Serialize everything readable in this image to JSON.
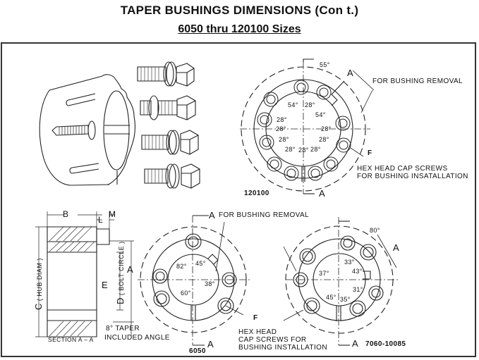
{
  "header": {
    "title": "TAPER BUSHINGS DIMENSIONS (Con t.)",
    "subtitle": "6050 thru 120100  Sizes"
  },
  "views": {
    "size_120100": {
      "label": "120100",
      "angle_top": "55°",
      "angles": [
        "54°",
        "28°",
        "54°",
        "28°",
        "28°",
        "28°",
        "28°",
        "28°",
        "28°",
        "28°",
        "28°"
      ],
      "section_mark": "A",
      "removal_note": "FOR  BUSHING  REMOVAL",
      "f_mark": "F",
      "install_note_1": "HEX HEAD  CAP SCREWS",
      "install_note_2": "FOR BUSHING  INSATALLATION"
    },
    "section": {
      "label": "SECTION  A – A",
      "dim_b": "B",
      "dim_m": "M",
      "dim_l": "L",
      "dim_a": "A",
      "dim_c": "C",
      "dim_c_note": "( HUB  DIAM )",
      "dim_d": "D",
      "dim_d_note": "( BOLT  CIRCLE )",
      "dim_e": "E",
      "taper_1": "8° TAPER",
      "taper_2": "INCLUDED  ANGLE"
    },
    "size_6050": {
      "label": "6050",
      "removal_note": "FOR  BUSHING  REMOVAL",
      "angles": [
        "82°",
        "45°",
        "38°",
        "60°"
      ],
      "section_mark": "A",
      "f_mark": "F",
      "install_note_1": "HEX HEAD",
      "install_note_2": "CAP SCREWS FOR",
      "install_note_3": "BUSHING  INSTALLATION"
    },
    "size_7060_10085": {
      "label": "7060-10085",
      "angle_top": "80°",
      "angles": [
        "33°",
        "43°",
        "37°",
        "31°",
        "45°",
        "35°"
      ],
      "section_mark": "A"
    }
  }
}
